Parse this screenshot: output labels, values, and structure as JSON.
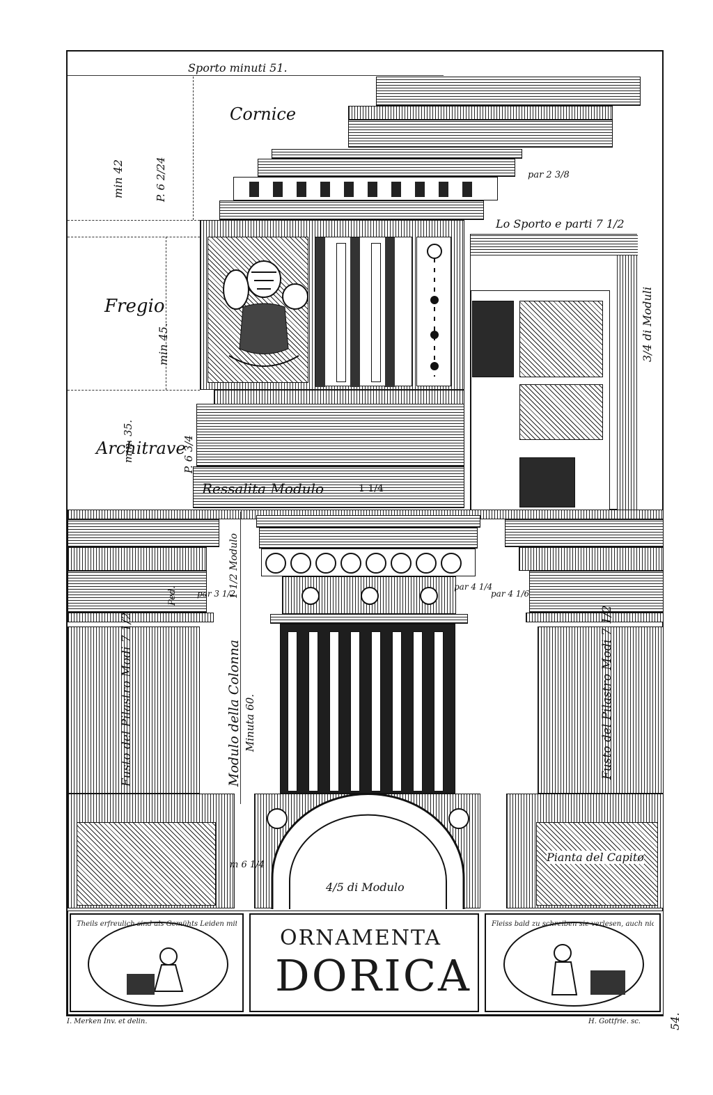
{
  "labels": {
    "sporto": "Sporto minuti 51.",
    "cornice": "Cornice",
    "fregio": "Fregio",
    "architrave": "Architrave",
    "min42": "min 42",
    "p6_2_24": "P. 6 2/24",
    "min45": "min 45.",
    "min35": "min. 35.",
    "p6_3_4": "P. 6 3/4",
    "lo_sporto": "Lo Sporto e parti 7 1/2",
    "di_moduli": "3/4 di Moduli",
    "ressalita": "Ressalita Modulo",
    "ressalita_val": "1 1/4",
    "modulo_colonna": "Modulo della Colonna",
    "minuta": "Minuta 60.",
    "fusto_left": "Fusto del Pilastro Modi 7 1/2",
    "fusto_right": "Fusto del Pilastro Modi 7 1/2",
    "pianta": "Pianta del Capitø",
    "quattro_quinti": "4/5 di Modulo",
    "m_6_1_4": "m 6 1/4",
    "par_2_3_8": "par 2 3/8",
    "par_3_1_2": "par 3 1/2",
    "par_4_1_4": "par 4 1/4",
    "par_4_1_6": "par 4 1/6",
    "modulo_small": "1 1/2 Modulo",
    "ped": "Ped."
  },
  "title": {
    "small": "ORNAMENTA",
    "big": "DORICA"
  },
  "mottos": {
    "left": "Theils erfreulich sind als Gemühts Leiden mit einem ort gezeichen, setzt wird sie mit der Dienstlich Fleis.",
    "right": "Fleiss bald zu schreiben sie verlesen, auch nicht deiner Liebe werden, Lassen thale"
  },
  "credits": {
    "left": "I. Merken Inv. et delin.",
    "right": "H. Gottfrie. sc."
  },
  "page_number": "54."
}
